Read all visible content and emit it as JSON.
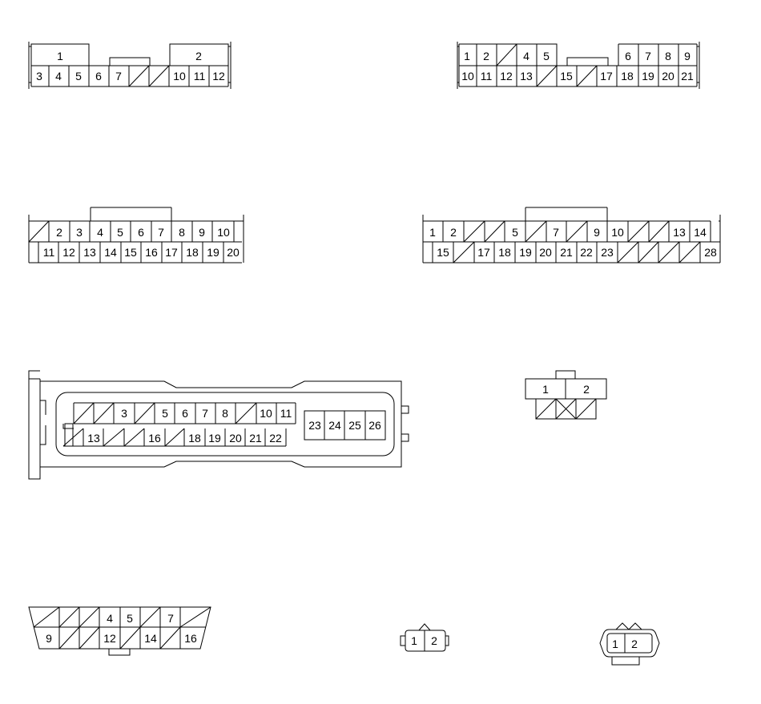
{
  "connectors": [
    {
      "id": "connector-a",
      "pins_top": [
        "1",
        "2"
      ],
      "pins_bottom": [
        "3",
        "4",
        "5",
        "6",
        "7",
        "",
        "",
        "10",
        "11",
        "12"
      ]
    },
    {
      "id": "connector-b",
      "pins_top": [
        "1",
        "2",
        "",
        "4",
        "5",
        "6",
        "7",
        "8",
        "9"
      ],
      "pins_bottom": [
        "10",
        "11",
        "12",
        "13",
        "",
        "15",
        "",
        "17",
        "18",
        "19",
        "20",
        "21"
      ]
    },
    {
      "id": "connector-c",
      "pins_top": [
        "",
        "2",
        "3",
        "4",
        "5",
        "6",
        "7",
        "8",
        "9",
        "10"
      ],
      "pins_bottom": [
        "11",
        "12",
        "13",
        "14",
        "15",
        "16",
        "17",
        "18",
        "19",
        "20"
      ]
    },
    {
      "id": "connector-d",
      "pins_top": [
        "1",
        "2",
        "",
        "",
        "5",
        "",
        "7",
        "",
        "9",
        "10",
        "",
        "",
        "13",
        "14"
      ],
      "pins_bottom": [
        "15",
        "",
        "17",
        "18",
        "19",
        "20",
        "21",
        "22",
        "23",
        "",
        "",
        "",
        "28"
      ]
    },
    {
      "id": "connector-e",
      "pins_top": [
        "",
        "",
        "3",
        "",
        "5",
        "6",
        "7",
        "8",
        "",
        "10",
        "11"
      ],
      "pins_bottom": [
        "",
        "13",
        "",
        "",
        "16",
        "",
        "18",
        "19",
        "20",
        "21",
        "22"
      ],
      "pins_block": [
        "23",
        "24",
        "25",
        "26"
      ]
    },
    {
      "id": "connector-f",
      "pins_top": [
        "1",
        "2"
      ]
    },
    {
      "id": "connector-g",
      "pins_top": [
        "",
        "",
        "",
        "4",
        "5",
        "",
        "7",
        ""
      ],
      "pins_bottom": [
        "9",
        "",
        "",
        "12",
        "",
        "14",
        "",
        "16"
      ]
    },
    {
      "id": "connector-h",
      "pins_top": [
        "1",
        "2"
      ]
    },
    {
      "id": "connector-i",
      "pins_top": [
        "1",
        "2"
      ]
    }
  ]
}
